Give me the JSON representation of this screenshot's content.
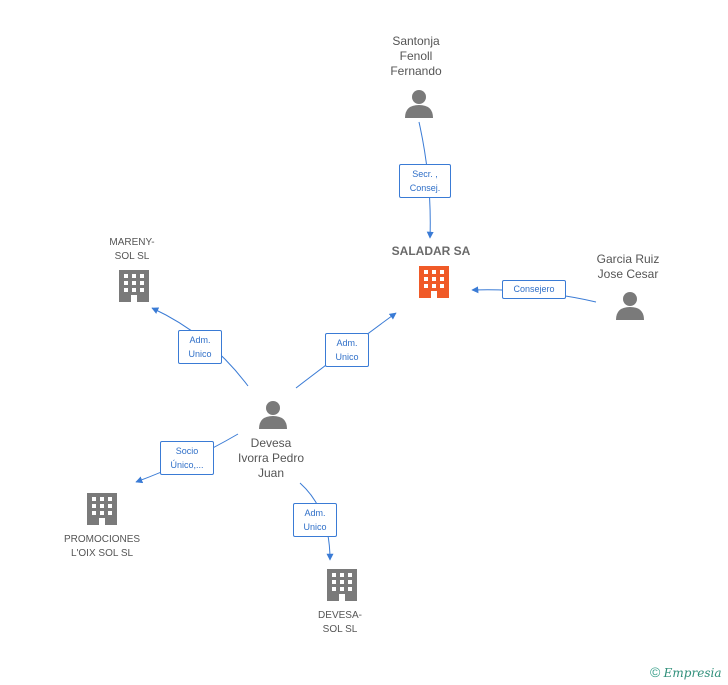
{
  "nodes": {
    "santonja": {
      "label": "Santonja\nFenoll\nFernando",
      "kind": "person"
    },
    "saladar": {
      "label": "SALADAR SA",
      "kind": "company-main"
    },
    "garcia": {
      "label": "Garcia Ruiz\nJose Cesar",
      "kind": "person"
    },
    "mareny": {
      "label": "MARENY-\nSOL SL",
      "kind": "company"
    },
    "devesa_person": {
      "label": "Devesa\nIvorra Pedro\nJuan",
      "kind": "person"
    },
    "promociones": {
      "label": "PROMOCIONES\nL'OIX SOL SL",
      "kind": "company"
    },
    "devesa_sol": {
      "label": "DEVESA-\nSOL SL",
      "kind": "company"
    }
  },
  "edges": {
    "santonja_saladar": "Secr. ,\nConsej.",
    "garcia_saladar": "Consejero",
    "devesa_saladar": "Adm.\nUnico",
    "devesa_mareny": "Adm.\nUnico",
    "devesa_promociones": "Socio\nÚnico,...",
    "devesa_devesasol": "Adm.\nUnico"
  },
  "colors": {
    "person": "#7a7a7a",
    "company": "#7a7a7a",
    "company_main": "#f05a28",
    "edge": "#3a7bd5"
  },
  "footer": {
    "copyright": "©",
    "brand": "Empresia"
  }
}
